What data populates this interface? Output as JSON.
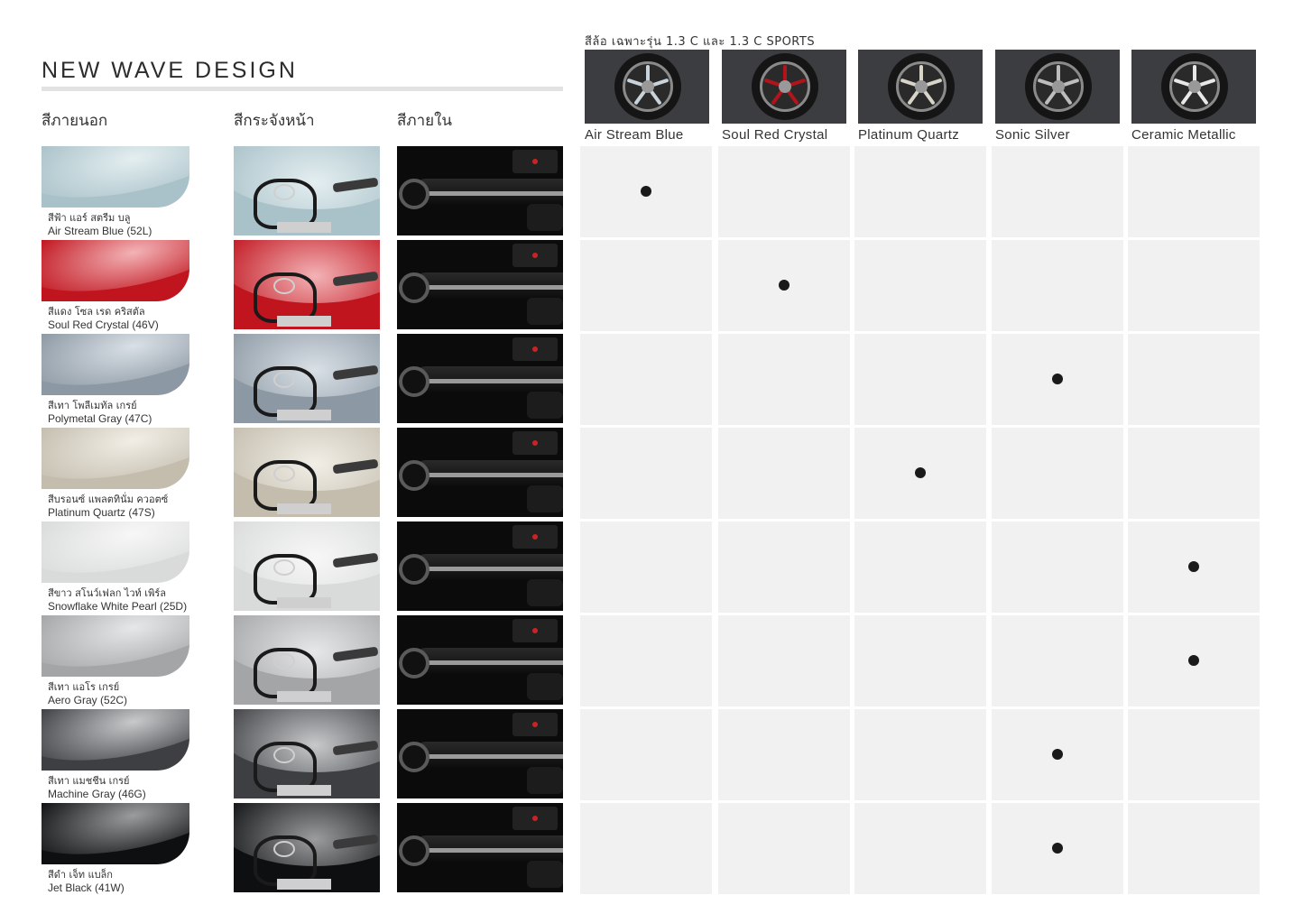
{
  "title": "NEW WAVE DESIGN",
  "headers": {
    "exterior": "สีภายนอก",
    "grille": "สีกระจังหน้า",
    "interior": "สีภายใน"
  },
  "wheels": {
    "title": "สีล้อ เฉพาะรุ่น 1.3 C และ 1.3 C SPORTS",
    "items": [
      {
        "label": "Air Stream Blue",
        "spoke_color": "#c9d3dc"
      },
      {
        "label": "Soul Red Crystal",
        "spoke_color": "#b3141b"
      },
      {
        "label": "Platinum Quartz",
        "spoke_color": "#d9d4c8"
      },
      {
        "label": "Sonic Silver",
        "spoke_color": "#bdbdbd"
      },
      {
        "label": "Ceramic Metallic",
        "spoke_color": "#e8e8e6"
      }
    ]
  },
  "colors": [
    {
      "th": "สีฟ้า แอร์ สตรีม บลู",
      "en": "Air Stream Blue (52L)",
      "base": "#a9c2c9",
      "light": "#e4eef0",
      "wheel_col": 0
    },
    {
      "th": "สีแดง โซล เรด คริสตัล",
      "en": "Soul Red Crystal (46V)",
      "base": "#c0141e",
      "light": "#f3b3b6",
      "wheel_col": 1
    },
    {
      "th": "สีเทา โพลีเมทัล เกรย์",
      "en": "Polymetal Gray (47C)",
      "base": "#8c98a3",
      "light": "#d9e0e6",
      "wheel_col": 3
    },
    {
      "th": "สีบรอนซ์ แพลตทินั่ม ควอตซ์",
      "en": "Platinum Quartz (47S)",
      "base": "#c4bdae",
      "light": "#f1eee6",
      "wheel_col": 2
    },
    {
      "th": "สีขาว สโนว์เฟลก ไวท์ เพิร์ล",
      "en": "Snowflake White Pearl (25D)",
      "base": "#d9dbdb",
      "light": "#f7f7f7",
      "wheel_col": 4
    },
    {
      "th": "สีเทา แอโร เกรย์",
      "en": "Aero Gray (52C)",
      "base": "#a3a5a7",
      "light": "#e6e7e8",
      "wheel_col": 4
    },
    {
      "th": "สีเทา แมชชีน เกรย์",
      "en": "Machine Gray (46G)",
      "base": "#3d3f42",
      "light": "#c7c9cb",
      "wheel_col": 3
    },
    {
      "th": "สีดำ เจ็ท แบล็ก",
      "en": "Jet Black (41W)",
      "base": "#0e0f10",
      "light": "#9a9c9e",
      "wheel_col": 3
    }
  ]
}
